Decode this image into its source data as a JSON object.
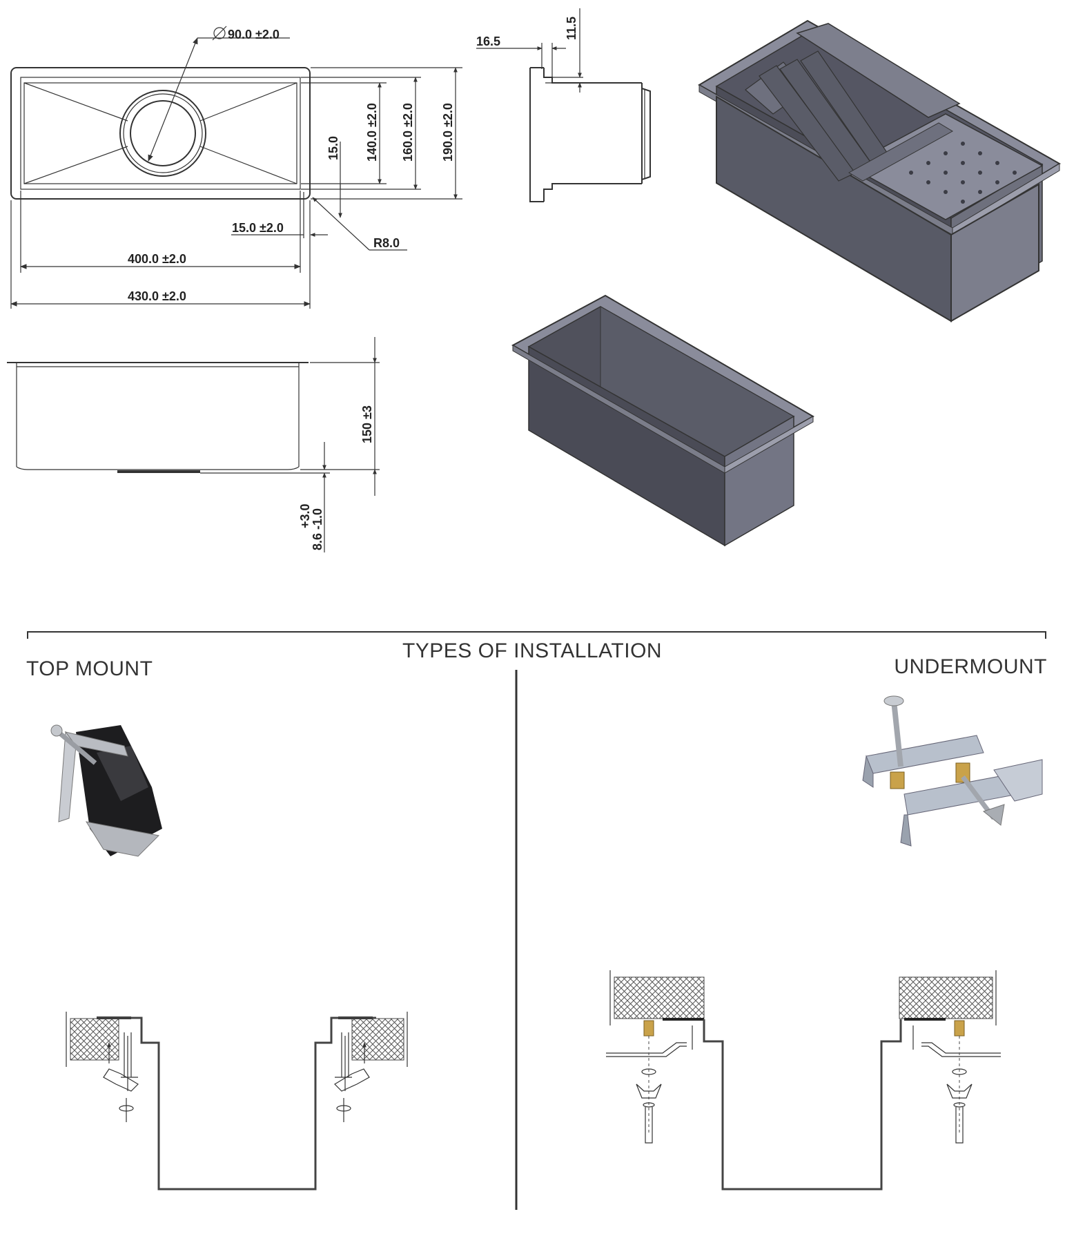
{
  "dimensions": {
    "drain_diameter": "90.0 ±2.0",
    "dim_16_5": "16.5",
    "dim_11_5": "11.5",
    "dim_15": "15.0",
    "dim_140": "140.0 ±2.0",
    "dim_160": "160.0 ±2.0",
    "dim_190": "190.0 ±2.0",
    "dim_flange": "15.0 ±2.0",
    "radius": "R8.0",
    "inner_length": "400.0 ±2.0",
    "outer_length": "430.0 ±2.0",
    "depth": "150 ±3",
    "tol_upper": "+3.0",
    "tol_lower": "8.6 -1.0"
  },
  "installation": {
    "title": "TYPES OF INSTALLATION",
    "top_mount": "TOP MOUNT",
    "undermount": "UNDERMOUNT"
  },
  "colors": {
    "line": "#333333",
    "sink_dark": "#4a4b55",
    "sink_mid": "#6b6d7a",
    "sink_light": "#8f91a0"
  }
}
